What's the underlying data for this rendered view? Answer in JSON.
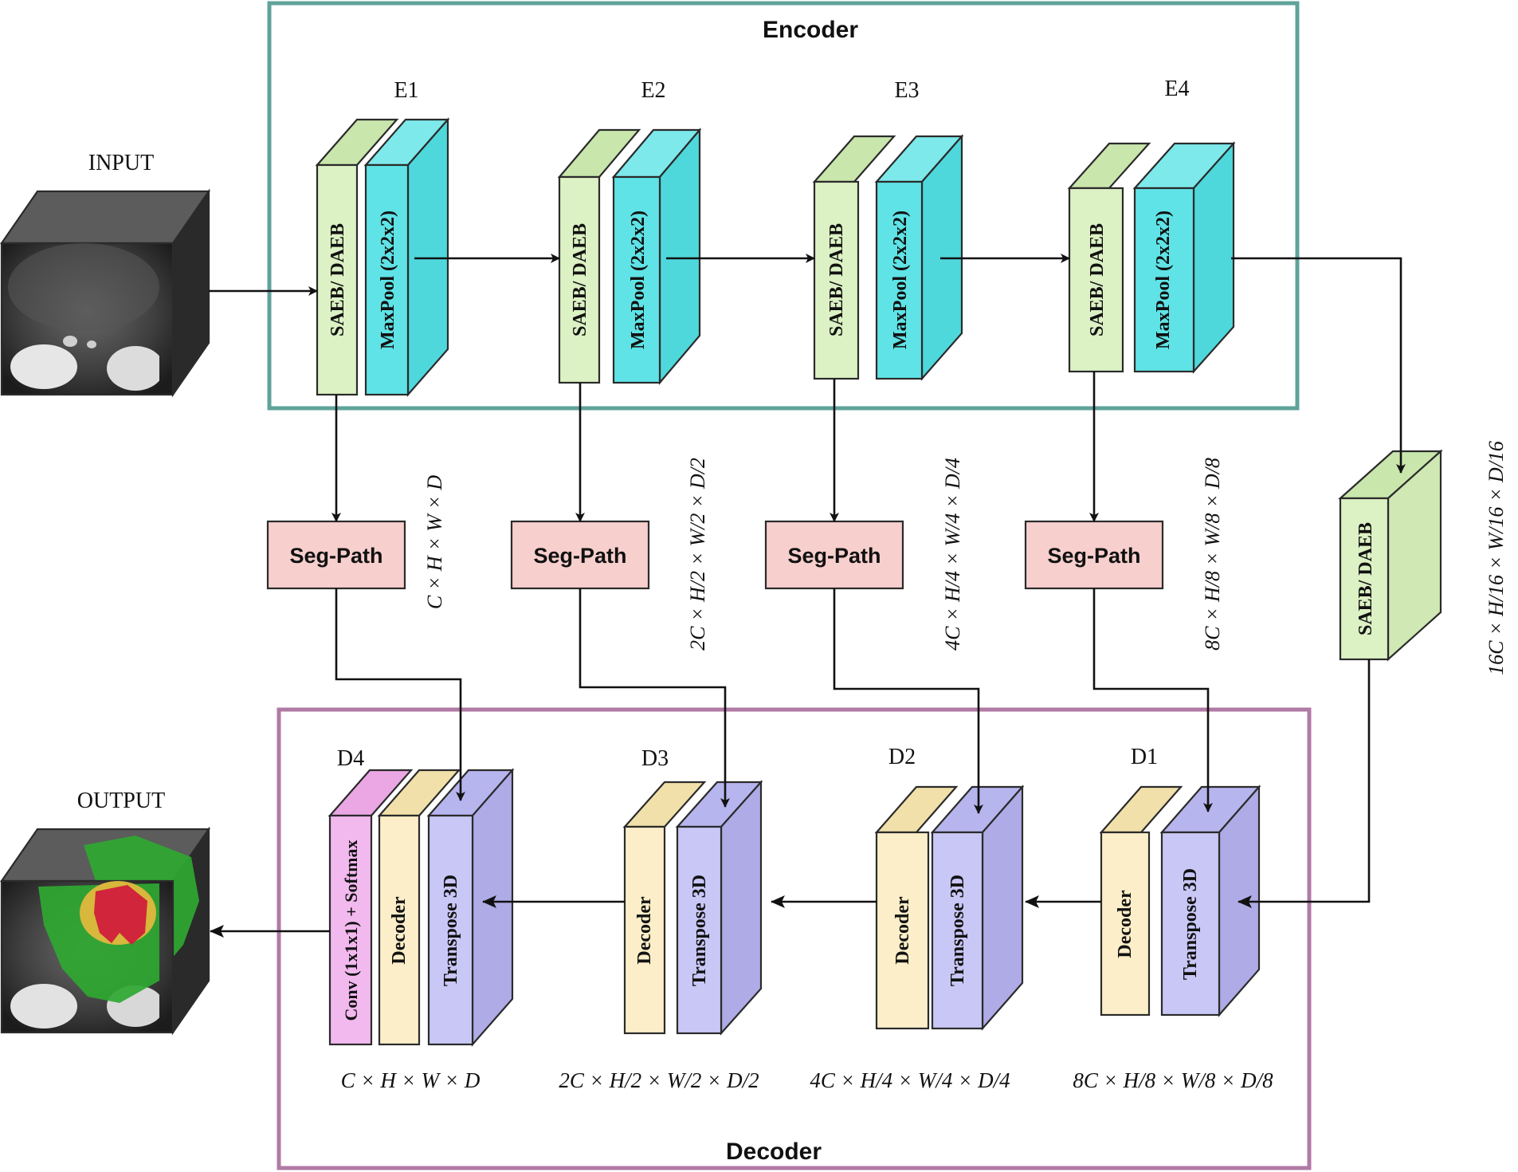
{
  "encoder": {
    "title": "Encoder"
  },
  "decoder": {
    "title": "Decoder"
  },
  "io": {
    "input": "INPUT",
    "output": "OUTPUT"
  },
  "stages": {
    "e1": "E1",
    "e2": "E2",
    "e3": "E3",
    "e4": "E4",
    "d1": "D1",
    "d2": "D2",
    "d3": "D3",
    "d4": "D4"
  },
  "blocks": {
    "saeb": "SAEB/ DAEB",
    "maxpool": "MaxPool (2x2x2)",
    "seg_path": "Seg-Path",
    "decoder": "Decoder",
    "transpose": "Transpose 3D",
    "conv_softmax": "Conv (1x1x1) + Softmax"
  },
  "dims": {
    "full": "C × H × W × D",
    "div2": "2C × H/2 × W/2 × D/2",
    "div4": "4C × H/4 × W/4 × D/4",
    "div8": "8C × H/8 × W/8 × D/8",
    "div16": "16C × H/16 × W/16 × D/16"
  },
  "colors": {
    "encoder_frame": "#5fa39a",
    "decoder_frame": "#b07aa6",
    "saeb": "#dcf1c4",
    "maxpool": "#5fe3e6",
    "seg_path": "#f7cfcd",
    "decoder_block": "#fbeec8",
    "transpose": "#c9c7f6",
    "conv": "#f2b9ee",
    "mask_green": "#2fa832",
    "mask_yellow": "#d7b73c",
    "mask_red": "#d0253a"
  }
}
